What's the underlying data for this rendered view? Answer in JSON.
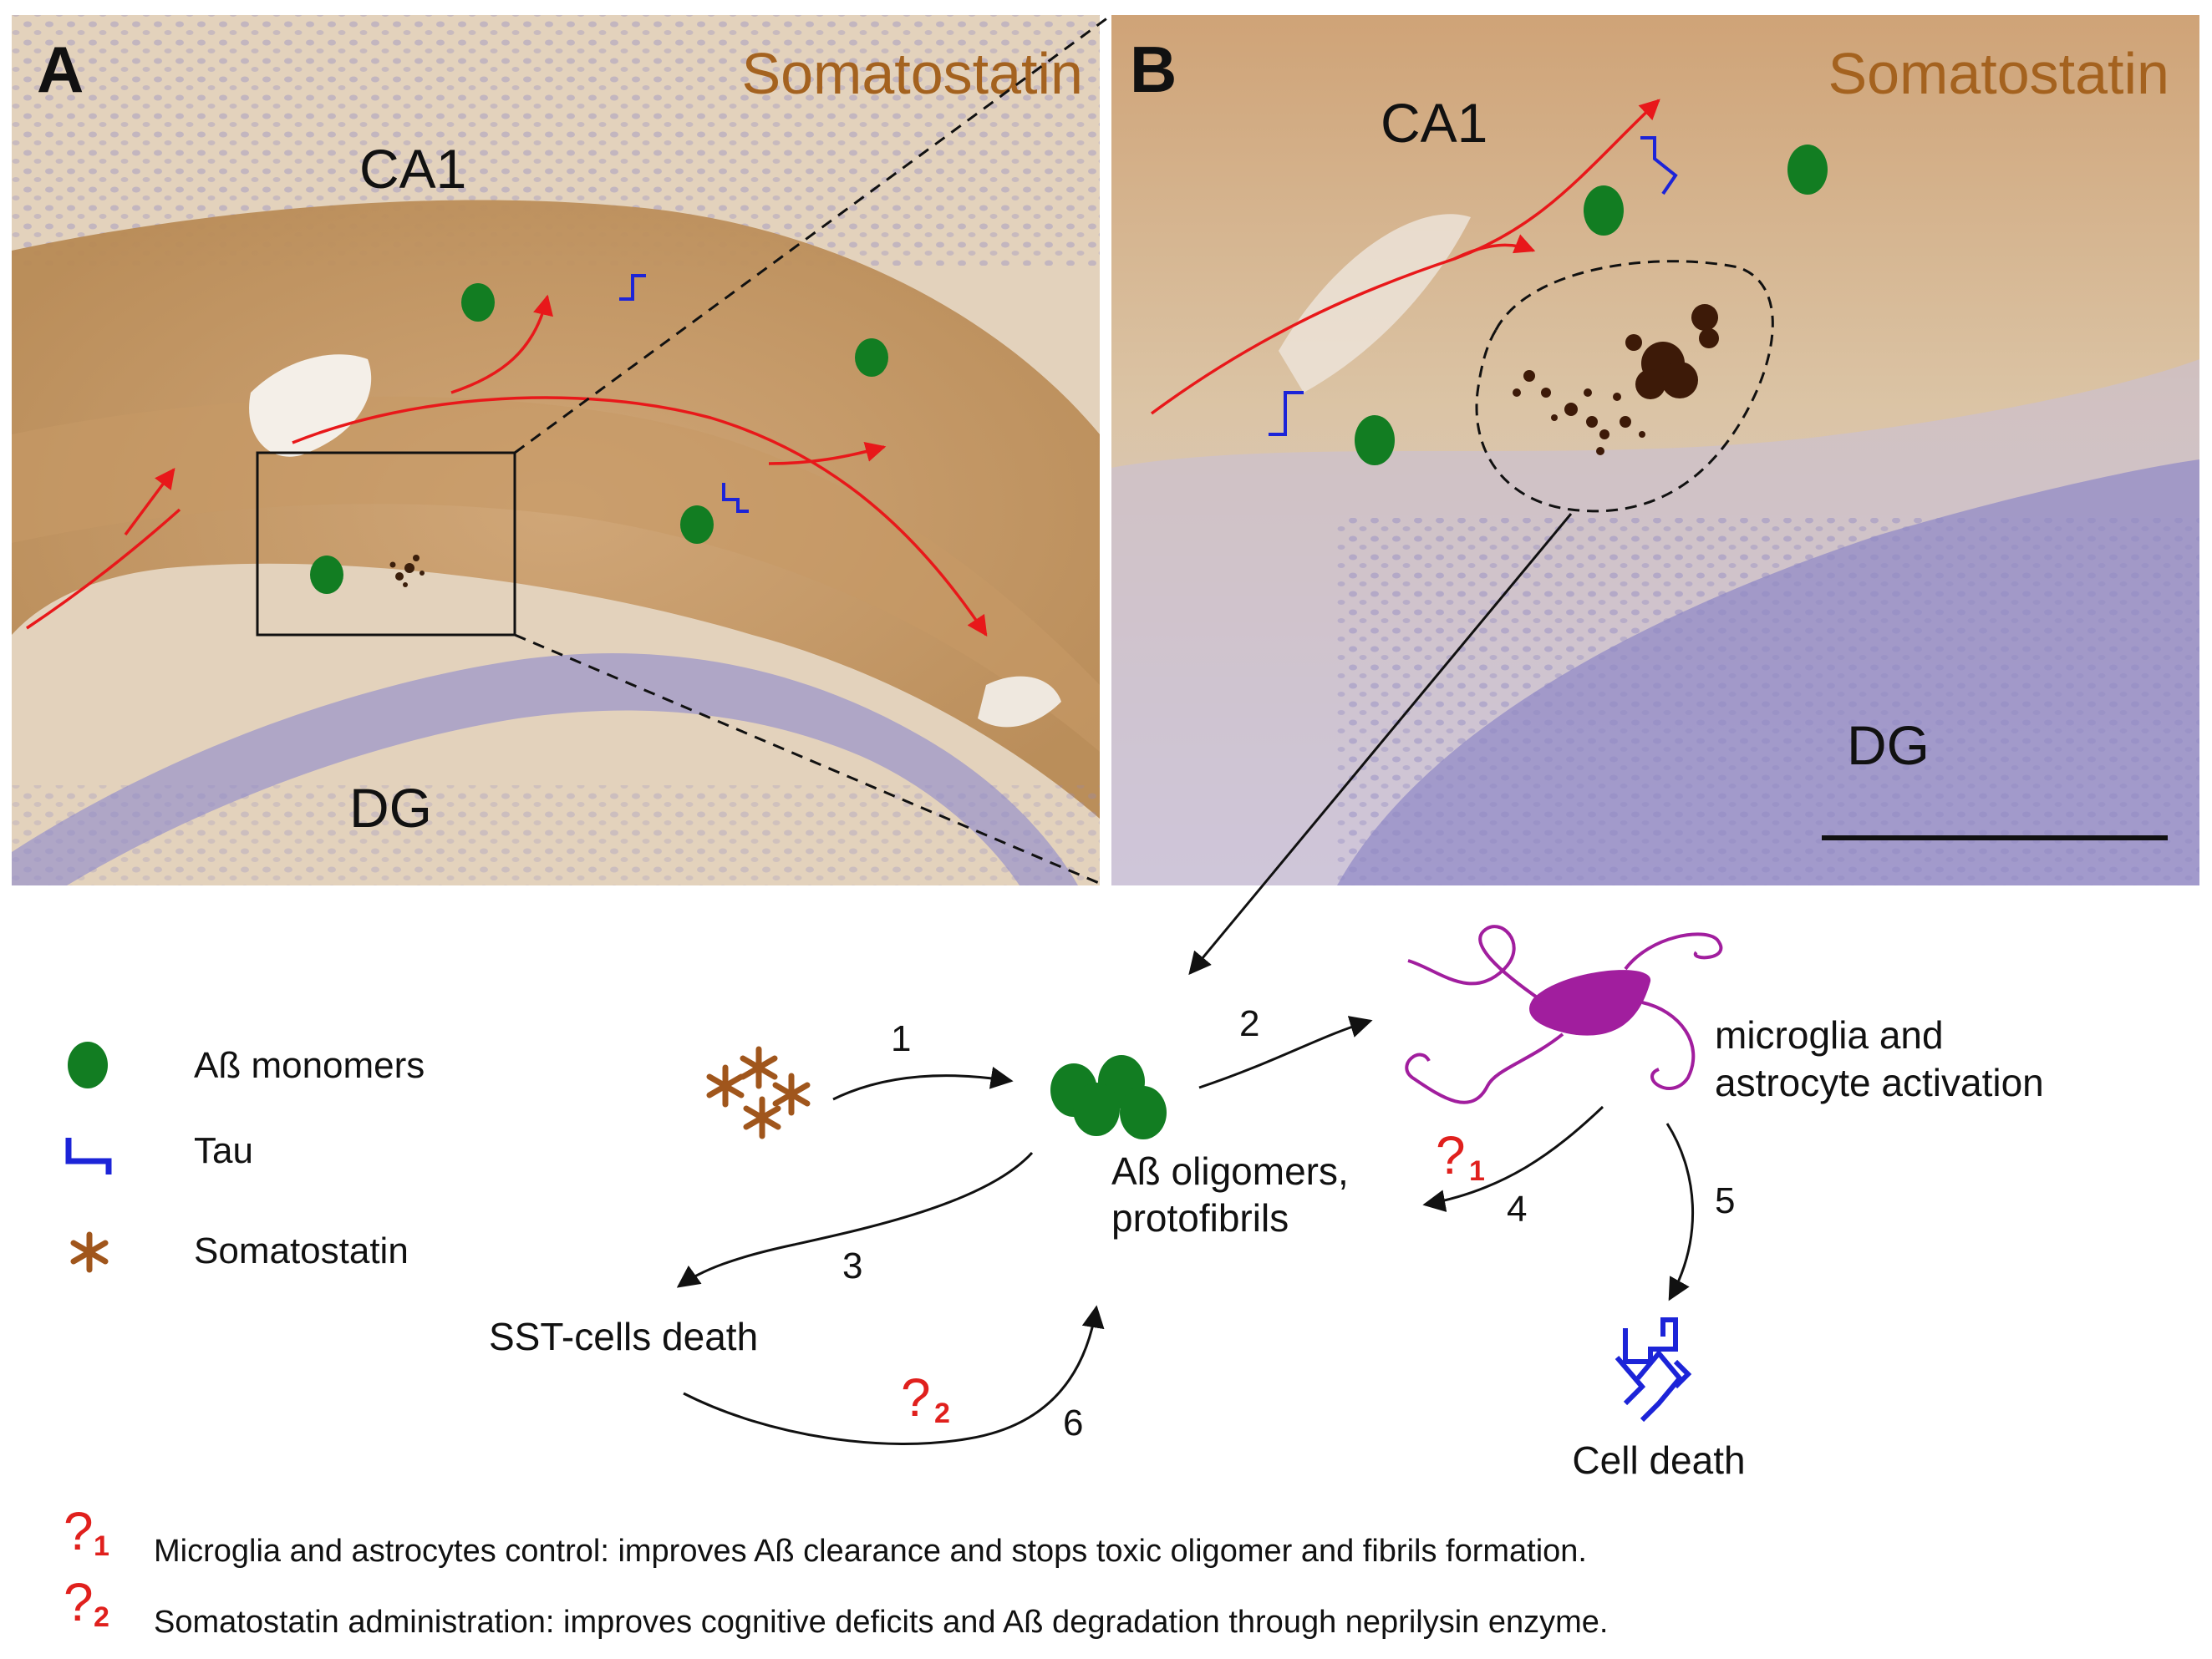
{
  "panels": {
    "a": {
      "label": "A",
      "stain": "Somatostatin",
      "region_top": "CA1",
      "region_bottom": "DG"
    },
    "b": {
      "label": "B",
      "stain": "Somatostatin",
      "region_top": "CA1",
      "region_bottom": "DG"
    }
  },
  "legend": {
    "monomers": "Aß monomers",
    "tau": "Tau",
    "somatostatin": "Somatostatin"
  },
  "diagram": {
    "oligomers_line1": "Aß oligomers,",
    "oligomers_line2": "protofibrils",
    "glia_line1": "microglia and",
    "glia_line2": "astrocyte activation",
    "sst_death": "SST-cells death",
    "cell_death": "Cell death",
    "steps": [
      "1",
      "2",
      "3",
      "4",
      "5",
      "6"
    ],
    "q1": {
      "mark": "?",
      "sub": "1"
    },
    "q2": {
      "mark": "?",
      "sub": "2"
    }
  },
  "footnotes": [
    {
      "mark": "?",
      "sub": "1",
      "text": "Microglia and astrocytes control: improves Aß clearance and stops toxic oligomer and fibrils formation."
    },
    {
      "mark": "?",
      "sub": "2",
      "text": "Somatostatin administration: improves cognitive deficits and Aß degradation through neprilysin enzyme."
    }
  ],
  "colors": {
    "tissue": "#d8b88e",
    "stain_band": "#b8844a",
    "nuclei": "#8a86c4",
    "monomer": "#127d22",
    "tau": "#1c24d8",
    "somatostatin": "#a0561c",
    "arrow_red": "#e8181a",
    "glia": "#a11e9e",
    "question": "#e0201d"
  },
  "icons": [
    "aß-monomer-icon",
    "tau-icon",
    "somatostatin-star-icon",
    "microglia-icon",
    "tau-tangle-icon"
  ]
}
